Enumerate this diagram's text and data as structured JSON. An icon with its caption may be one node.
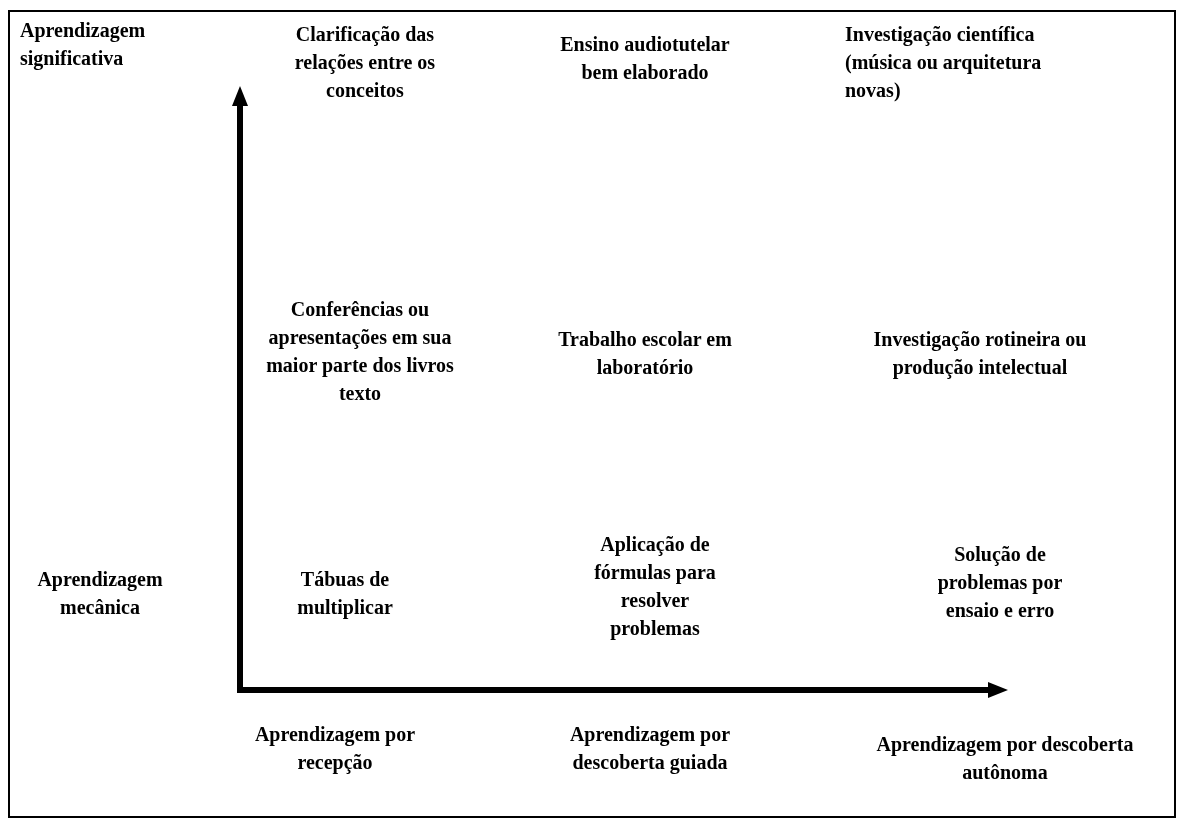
{
  "diagram": {
    "labels": [
      "Aprendizagem significativa",
      "Clarificação das relações entre os conceitos",
      "Ensino audiotutelar bem elaborado",
      "Investigação científica (música ou arquitetura novas)",
      "Conferências ou apresentações em sua maior parte dos livros texto",
      "Trabalho escolar em laboratório",
      "Investigação rotineira ou produção intelectual",
      "Aprendizagem mecânica",
      "Tábuas de multiplicar",
      "Aplicação de fórmulas para resolver problemas",
      "Solução de problemas por ensaio e erro",
      "Aprendizagem por recepção",
      "Aprendizagem por descoberta guiada",
      "Aprendizagem por descoberta autônoma"
    ]
  }
}
